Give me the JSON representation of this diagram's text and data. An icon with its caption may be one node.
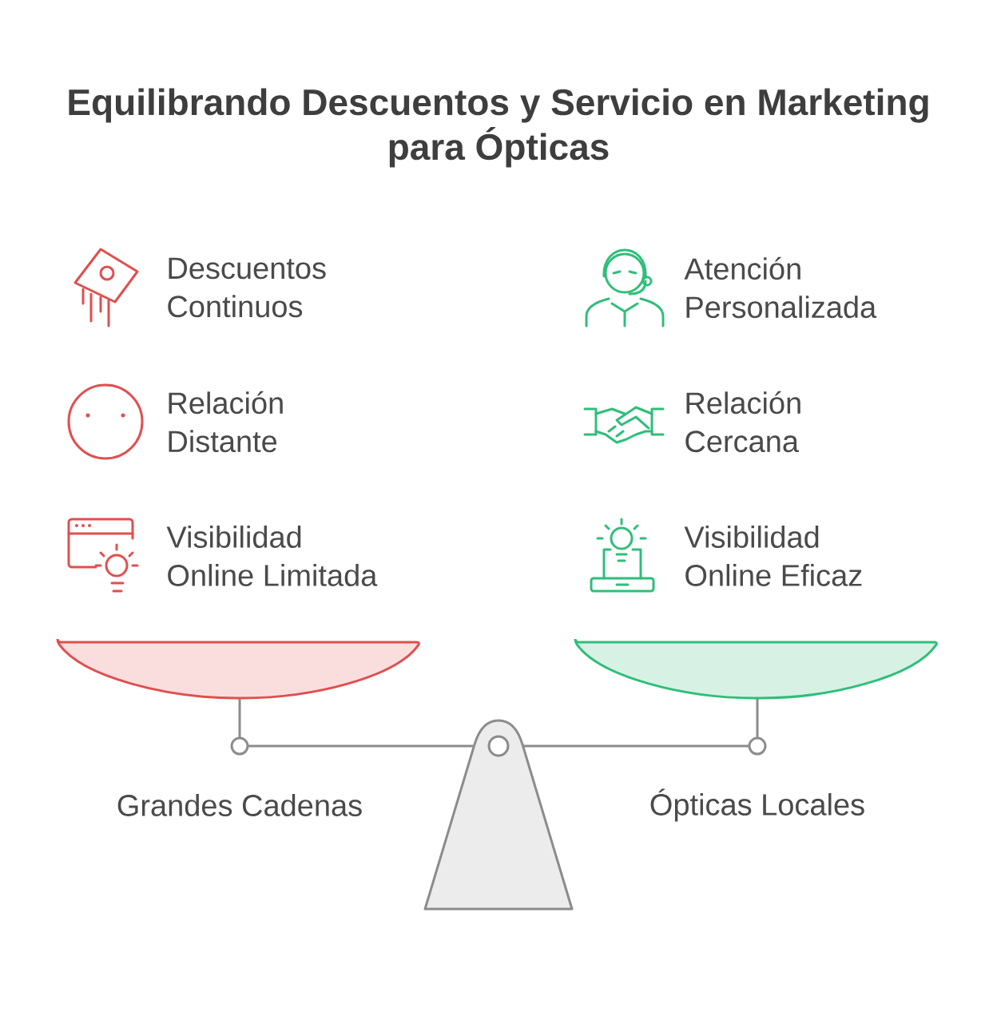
{
  "diagram": {
    "title": "Equilibrando Descuentos y Servicio en Marketing para Ópticas",
    "labels": [
      "Descuentos Continuos",
      "Atención Personalizada",
      "Relación Distante",
      "Relación Cercana",
      "Visibilidad Online Limitada",
      "Visibilidad Online Eficaz",
      "Grandes Cadenas",
      "Ópticas Locales"
    ]
  }
}
